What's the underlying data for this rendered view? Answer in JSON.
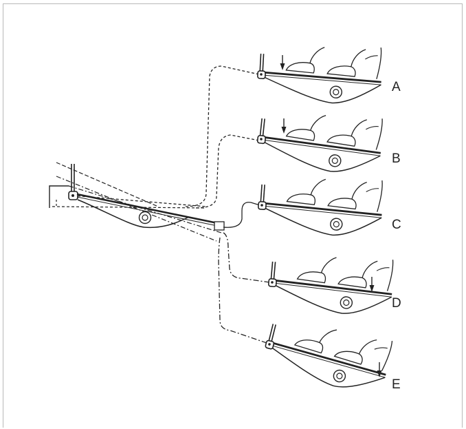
{
  "diagram": {
    "positions": [
      {
        "id": "A",
        "label": "A"
      },
      {
        "id": "B",
        "label": "B"
      },
      {
        "id": "C",
        "label": "C"
      },
      {
        "id": "D",
        "label": "D"
      },
      {
        "id": "E",
        "label": "E"
      }
    ]
  },
  "colors": {
    "ink": "#222222",
    "frame": "#b8b8b8",
    "background": "#ffffff"
  }
}
